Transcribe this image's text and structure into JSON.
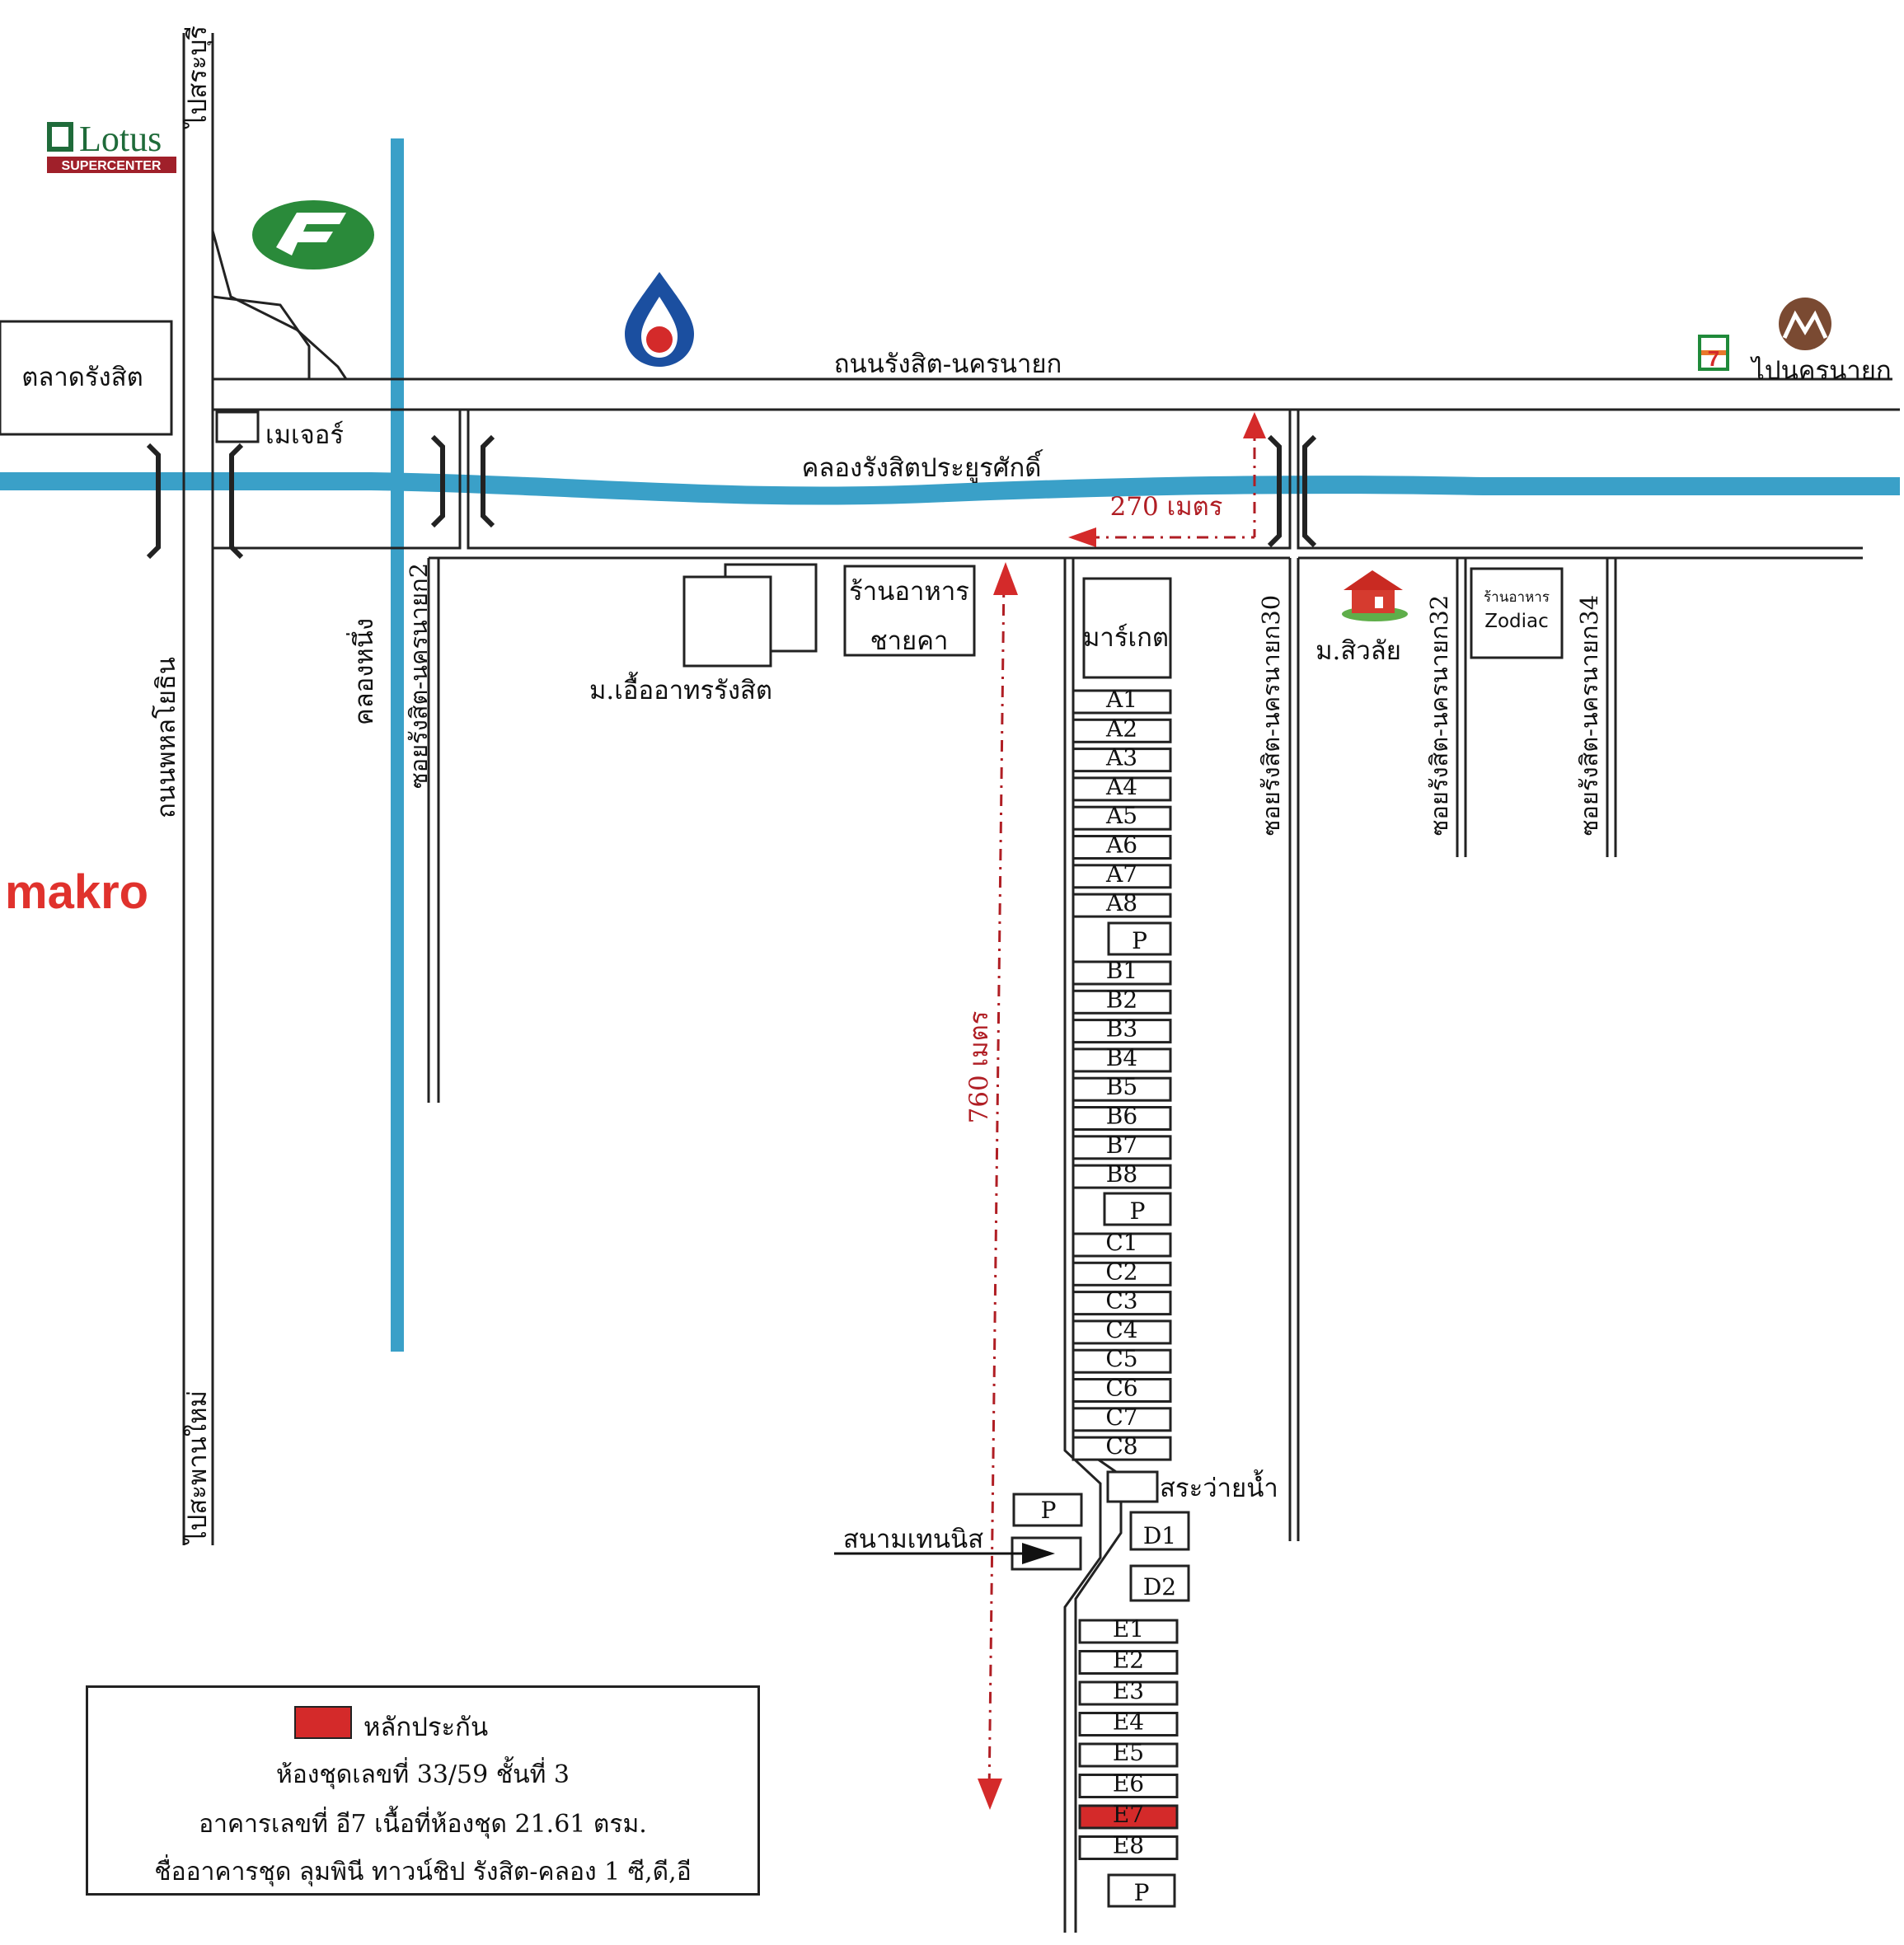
{
  "roads": {
    "main": "ถนนรังสิต-นครนายก",
    "to_nakhon_nayok": "ไปนครนายก",
    "phahonyothin": "ถนนพหลโยธิน",
    "to_saraburi": "ไปสระบุรี",
    "to_new_bridge": "ไปสะพานใหม่",
    "soi2": "ซอยรังสิต-นครนายก2",
    "soi30": "ซอยรังสิต-นครนายก30",
    "soi32": "ซอยรังสิต-นครนายก32",
    "soi34": "ซอยรังสิต-นครนายก34"
  },
  "canals": {
    "main": "คลองรังสิตประยูรศักดิ์",
    "khlong1": "คลองหนึ่ง"
  },
  "places": {
    "talad_rangsit": "ตลาดรังสิต",
    "major": "เมเจอร์",
    "restaurant_line1": "ร้านอาหาร",
    "restaurant_line2": "ชายคา",
    "village_ua_arthorn": "ม.เอื้ออาทรรังสิต",
    "market": "มาร์เกต",
    "village_siwalai": "ม.สิวลัย",
    "zodiac_small": "ร้านอาหาร",
    "zodiac": "Zodiac",
    "pool": "สระว่ายน้ำ",
    "tennis": "สนามเทนนิส"
  },
  "logos": {
    "lotus": "Lotus",
    "lotus_sub": "SUPERCENTER",
    "makro": "makro",
    "seven_eleven": "7"
  },
  "distances": {
    "d270": "270 เมตร",
    "d760": "760 เมตร"
  },
  "buildings": {
    "A": [
      "A1",
      "A2",
      "A3",
      "A4",
      "A5",
      "A6",
      "A7",
      "A8"
    ],
    "B": [
      "B1",
      "B2",
      "B3",
      "B4",
      "B5",
      "B6",
      "B7",
      "B8"
    ],
    "C": [
      "C1",
      "C2",
      "C3",
      "C4",
      "C5",
      "C6",
      "C7",
      "C8"
    ],
    "D": [
      "D1",
      "D2"
    ],
    "E": [
      "E1",
      "E2",
      "E3",
      "E4",
      "E5",
      "E6",
      "E7",
      "E8"
    ],
    "parking": "P",
    "highlighted": "E7"
  },
  "legend": {
    "title": "หลักประกัน",
    "line1": "ห้องชุดเลขที่ 33/59  ชั้นที่ 3",
    "line2": "อาคารเลขที่  อี7  เนื้อที่ห้องชุด  21.61  ตรม.",
    "line3": "ชื่ออาคารชุด ลุมพินี ทาวน์ชิป รังสิต-คลอง 1 ซี,ดี,อี"
  },
  "colors": {
    "canal": "#3aa0c8",
    "highlight": "#d42a2a",
    "distance": "#b01e24",
    "makro": "#e0322d",
    "lotus_green": "#1f6b3a",
    "ptt_blue": "#1b4fa0"
  }
}
